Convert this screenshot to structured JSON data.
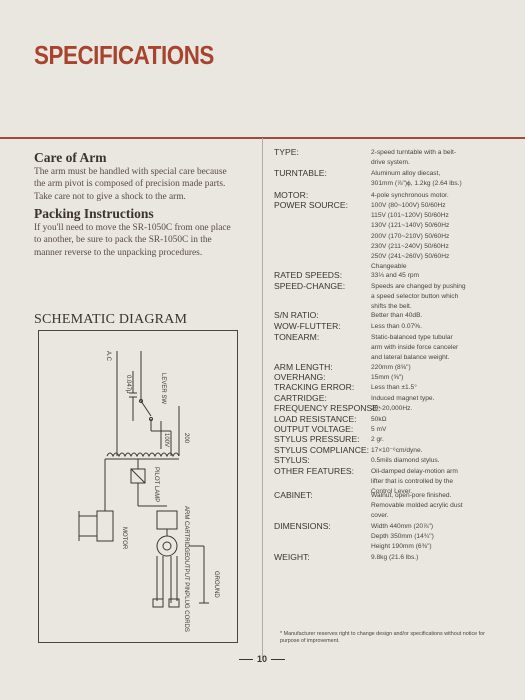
{
  "page_title": "SPECIFICATIONS",
  "care_of_arm": {
    "heading": "Care of Arm",
    "lines": [
      "The arm must be handled with special care because",
      "the arm pivot is composed of precision made parts.",
      "Take care not to give a shock to the arm."
    ]
  },
  "packing": {
    "heading": "Packing Instructions",
    "lines": [
      "If you'll need to move the SR-1050C from one place",
      "to another, be sure to pack the SR-1050C in the",
      "manner reverse to the unpacking procedures."
    ]
  },
  "schematic": {
    "title": "SCHEMATIC DIAGRAM",
    "labels": {
      "ac": "A.C",
      "lever_sw": "LEVER SW",
      "cap1": "0.047μ",
      "v1": "100V",
      "v2": "200",
      "pilot_lamp": "PILOT LAMP",
      "arm_cartridge": "ARM CARTRIDGE",
      "motor": "MOTOR",
      "output": "OUTPUT PINPLUG CORDS",
      "ground": "GROUND"
    }
  },
  "specs": [
    {
      "label": "TYPE:",
      "value": [
        "2-speed turntable with a belt-",
        "drive system."
      ]
    },
    {
      "label": "TURNTABLE:",
      "value": [
        "Aluminum alloy diecast,",
        "301mm (⅞\")ϕ, 1.2kg (2.64 lbs.)"
      ]
    },
    {
      "label": "MOTOR:",
      "value": [
        "4-pole synchronous motor."
      ]
    },
    {
      "label": "POWER SOURCE:",
      "value": [
        "100V (80~100V)   50/60Hz",
        "115V (101~120V)  50/60Hz",
        "130V (121~140V)  50/60Hz",
        "200V (170~210V)  50/60Hz",
        "230V (211~240V)  50/60Hz",
        "250V (241~260V)  50/60Hz",
        "Changeable"
      ]
    },
    {
      "label": "RATED SPEEDS:",
      "value": [
        "33⅓ and 45 rpm"
      ]
    },
    {
      "label": "SPEED-CHANGE:",
      "value": [
        "Speeds are changed by pushing",
        "a speed selector button which",
        "shifts the belt."
      ]
    },
    {
      "label": "S/N RATIO:",
      "value": [
        "Better than 40dB."
      ]
    },
    {
      "label": "WOW-FLUTTER:",
      "value": [
        "Less than 0.07%."
      ]
    },
    {
      "label": "TONEARM:",
      "value": [
        "Static-balanced type tubular",
        "arm with inside force canceler",
        "and lateral balance weight."
      ]
    },
    {
      "label": "ARM LENGTH:",
      "value": [
        "220mm (8⅝\")"
      ]
    },
    {
      "label": "OVERHANG:",
      "value": [
        "15mm (⅝\")"
      ]
    },
    {
      "label": "TRACKING ERROR:",
      "value": [
        "Less than ±1.5°"
      ]
    },
    {
      "label": "CARTRIDGE:",
      "value": [
        "Induced magnet type."
      ]
    },
    {
      "label": "FREQUENCY RESPONSE:",
      "value": [
        "20~20,000Hz."
      ]
    },
    {
      "label": "LOAD RESISTANCE:",
      "value": [
        "50kΩ"
      ]
    },
    {
      "label": "OUTPUT VOLTAGE:",
      "value": [
        "5 mV"
      ]
    },
    {
      "label": "STYLUS PRESSURE:",
      "value": [
        "2 gr."
      ]
    },
    {
      "label": "STYLUS COMPLIANCE:",
      "value": [
        "17×10⁻⁶cm/dyne."
      ]
    },
    {
      "label": "STYLUS:",
      "value": [
        "0.5mils diamond stylus."
      ]
    },
    {
      "label": "OTHER FEATURES:",
      "value": [
        "Oil-damped delay-motion arm",
        "lifter that is controlled by the",
        "Control Lever."
      ]
    },
    {
      "label": "CABINET:",
      "value": [
        "Walnut, open-pore finished.",
        "Removable molded acrylic dust",
        "cover."
      ]
    },
    {
      "label": "DIMENSIONS:",
      "value": [
        "Width 440mm (20⅞\")",
        "Depth 350mm (14¾\")",
        "Height 190mm (6⅜\")"
      ]
    },
    {
      "label": "WEIGHT:",
      "value": [
        "9.8kg (21.6 lbs.)"
      ]
    }
  ],
  "footnote": "* Manufacturer reserves right to change design and/or specifications without notice for purpose of improvement.",
  "page_number": "10"
}
